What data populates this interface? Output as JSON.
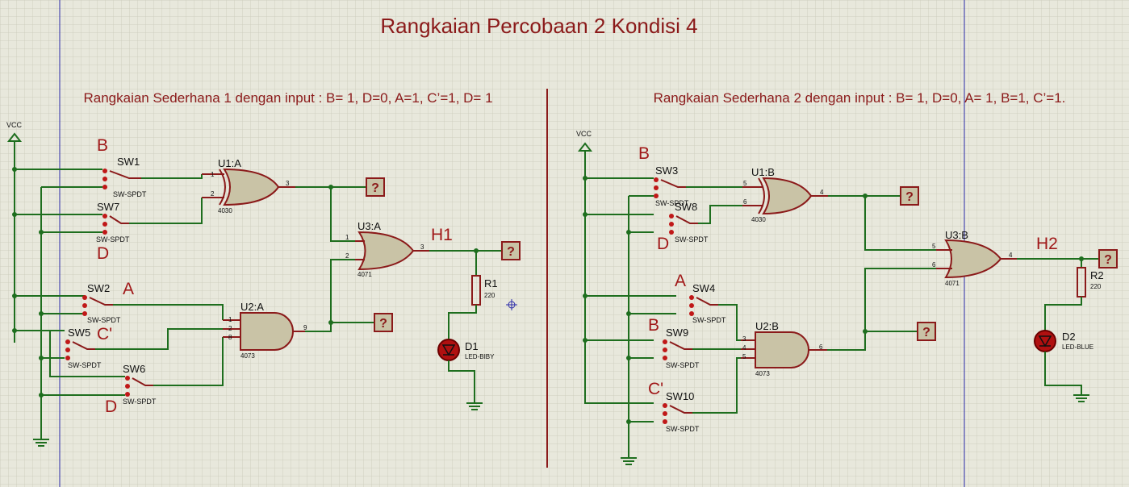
{
  "title": "Rangkaian Percobaan 2 Kondisi 4",
  "left": {
    "subtitle": "Rangkaian Sederhana 1 dengan input : B= 1, D=0, A=1, C’=1, D= 1",
    "vcc": "VCC",
    "sw1": {
      "name": "SW1",
      "type": "SW-SPDT",
      "input": "B"
    },
    "sw7": {
      "name": "SW7",
      "type": "SW-SPDT",
      "input": "D"
    },
    "sw2": {
      "name": "SW2",
      "type": "SW-SPDT",
      "input": "A"
    },
    "sw5": {
      "name": "SW5",
      "type": "SW-SPDT",
      "input": "C'"
    },
    "sw6": {
      "name": "SW6",
      "type": "SW-SPDT",
      "input": "D"
    },
    "u1": {
      "name": "U1:A",
      "part": "4030",
      "pin_in1": "1",
      "pin_in2": "2",
      "pin_out": "3"
    },
    "u2": {
      "name": "U2:A",
      "part": "4073",
      "pin_in1": "1",
      "pin_in2": "2",
      "pin_in3": "8",
      "pin_out": "9"
    },
    "u3": {
      "name": "U3:A",
      "part": "4071",
      "pin_in1": "1",
      "pin_in2": "2",
      "pin_out": "3"
    },
    "output": "H1",
    "r": {
      "name": "R1",
      "value": "220"
    },
    "d": {
      "name": "D1",
      "type": "LED-BIBY"
    },
    "probe": "?"
  },
  "right": {
    "subtitle": "Rangkaian Sederhana 2 dengan input : B= 1, D=0, A= 1, B=1, C’=1.",
    "vcc": "VCC",
    "sw3": {
      "name": "SW3",
      "type": "SW-SPDT",
      "input": "B"
    },
    "sw8": {
      "name": "SW8",
      "type": "SW-SPDT",
      "input": "D"
    },
    "sw4": {
      "name": "SW4",
      "type": "SW-SPDT",
      "input": "A"
    },
    "sw9": {
      "name": "SW9",
      "type": "SW-SPDT",
      "input": "B"
    },
    "sw10": {
      "name": "SW10",
      "type": "SW-SPDT",
      "input": "C'"
    },
    "u1": {
      "name": "U1:B",
      "part": "4030",
      "pin_in1": "5",
      "pin_in2": "6",
      "pin_out": "4"
    },
    "u2": {
      "name": "U2:B",
      "part": "4073",
      "pin_in1": "3",
      "pin_in2": "4",
      "pin_in3": "5",
      "pin_out": "6"
    },
    "u3": {
      "name": "U3:B",
      "part": "4071",
      "pin_in1": "5",
      "pin_in2": "6",
      "pin_out": "4"
    },
    "output": "H2",
    "r": {
      "name": "R2",
      "value": "220"
    },
    "d": {
      "name": "D2",
      "type": "LED-BLUE"
    },
    "probe": "?"
  },
  "colors": {
    "background": "#e8e8dc",
    "wire": "#1e6e1e",
    "component": "#8b1a1a",
    "body": "#c9c3a6"
  }
}
